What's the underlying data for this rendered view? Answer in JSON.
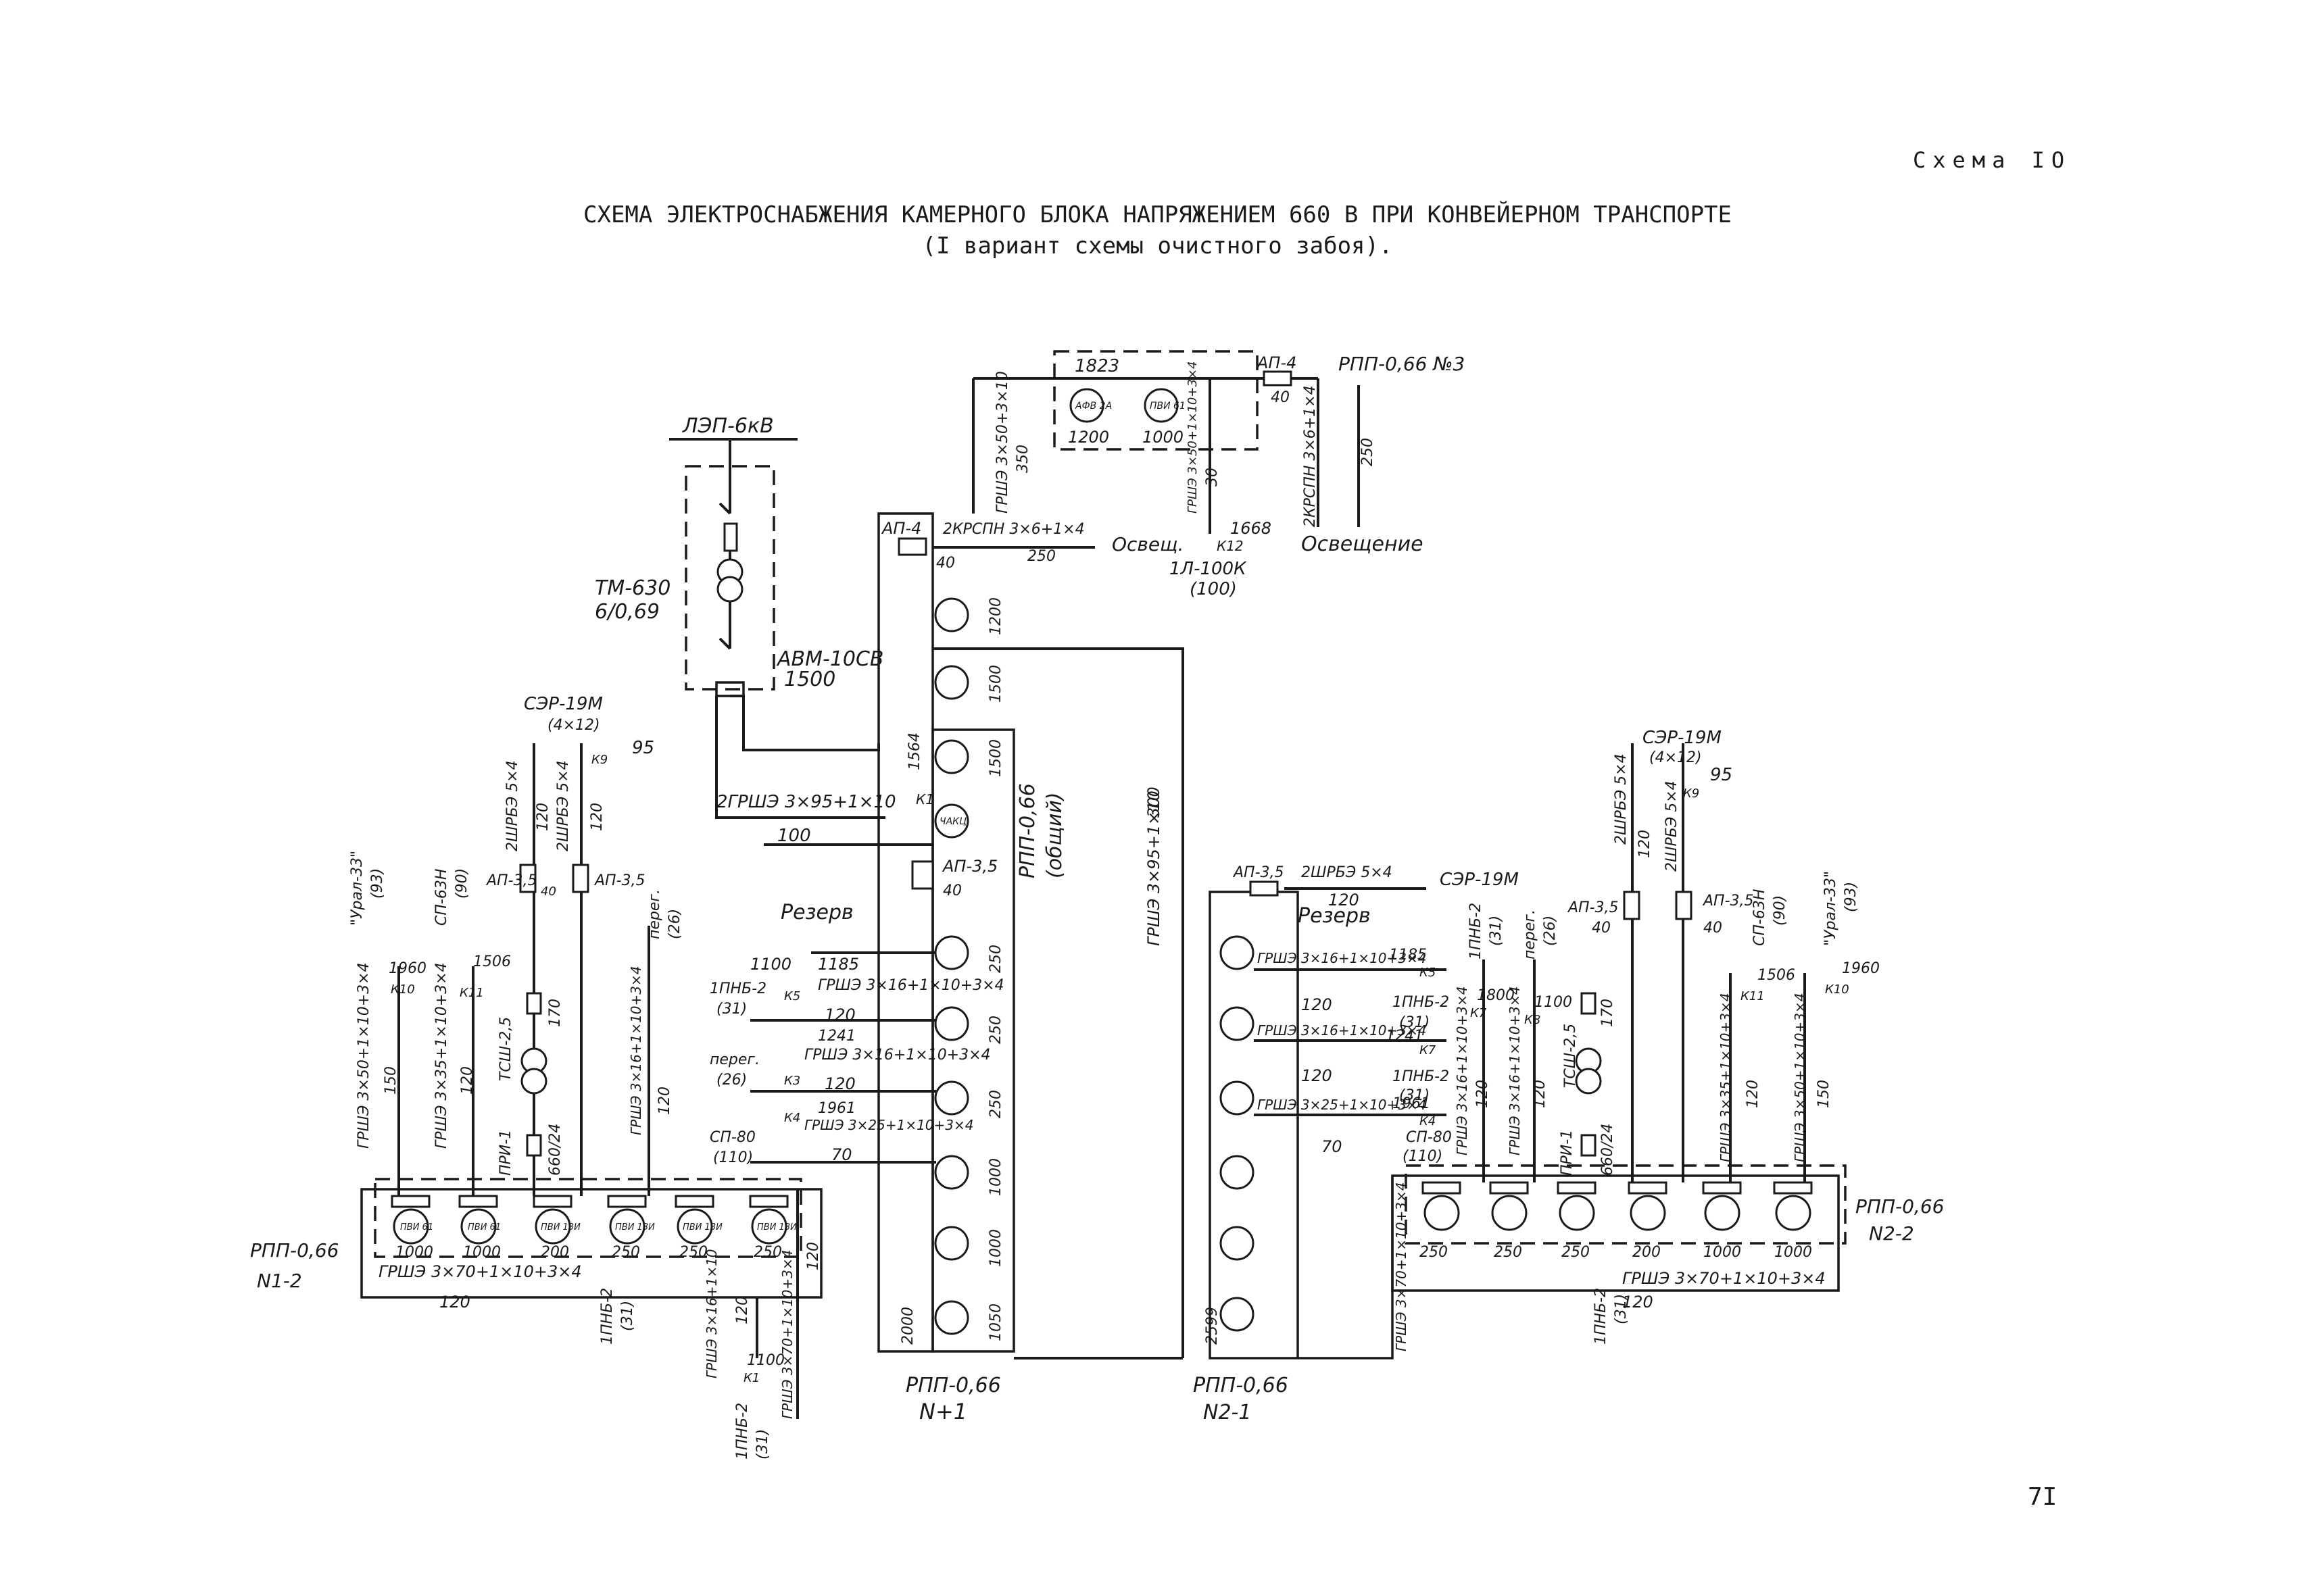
{
  "header": {
    "scheme_number": "Схема IO",
    "title_line1": "СХЕМА ЭЛЕКТРОСНАБЖЕНИЯ КАМЕРНОГО БЛОКА  НАПРЯЖЕНИЕМ 660 В ПРИ КОНВЕЙЕРНОМ ТРАНСПОРТЕ",
    "title_line2": "(I вариант схемы очистного забоя)."
  },
  "page_number": "7I",
  "substation": {
    "line": "ЛЭП-6кВ",
    "transformer": "ТМ-630",
    "ratio": "6/0,69",
    "breaker": "АВМ-10СВ",
    "breaker_rating": "1500",
    "feeder_cable": "2ГРШЭ 3×95+1×10",
    "feeder_length": "100"
  },
  "rpp_common": {
    "name": "РПП-0,66",
    "sub": "(общий)",
    "bottom_name": "РПП-0,66",
    "bottom_number": "N+1",
    "top_switch": "АП-4",
    "top_switch_rating": "40",
    "lighting_cable": "2КРСПН 3×6+1×4",
    "lighting_label": "Освещ.",
    "lighting_length": "250",
    "device_ka": "1668",
    "device_k": "К12",
    "device_name": "1Л-100К",
    "device_power": "(100)",
    "ka_top": "1564",
    "ka_top_k": "К1",
    "ka_label": "ЧАКЦ",
    "ap_mid": "АП-3,5",
    "ap_mid_rating": "40",
    "reserve": "Резерв",
    "mid_ratings": [
      "1200",
      "1500",
      "1500",
      "250",
      "250",
      "250",
      "1000",
      "1000",
      "1050"
    ],
    "bottom_ka": "2000"
  },
  "rpp3": {
    "name": "РПП-0,66 №3",
    "cable_in": "ГРШЭ 3×50+3×10",
    "cable_in_length": "350",
    "ka": "1823",
    "breakers": [
      "АФВ 2А",
      "ПВИ 61"
    ],
    "ratings": [
      "1200",
      "1000"
    ],
    "switch": "АП-4",
    "switch_rating": "40",
    "cable_out": "ГРШЭ 3×50+1×10+3×4",
    "cable_out_length": "30",
    "lighting_cable": "2КРСПН 3×6+1×4",
    "lighting_length": "250",
    "lighting_label": "Освещение"
  },
  "trunk": {
    "cable": "ГРШЭ 3×95+1×10",
    "length": "300"
  },
  "left_feeders": [
    {
      "cable": "ГРШЭ 3×16+1×10+3×4",
      "length": "120",
      "ka": "1185",
      "k": "К5",
      "load": "1ПНБ-2",
      "power": "(31)",
      "ka2": "1100"
    },
    {
      "cable": "ГРШЭ 3×16+1×10+3×4",
      "length": "120",
      "ka": "1241",
      "k": "К3",
      "load": "перег.",
      "power": "(26)"
    },
    {
      "cable": "ГРШЭ 3×25+1×10+3×4",
      "length": "70",
      "ka": "1961",
      "k": "К4",
      "load": "СП-80",
      "power": "(110)"
    }
  ],
  "rpp_n12": {
    "name": "РПП-0,66",
    "number": "N1-2",
    "bus_cable": "ГРШЭ 3×70+1×10+3×4",
    "bus_length": "120",
    "breaker_labels": [
      "ПВИ 61",
      "ПВИ 61",
      "ПВИ 13И",
      "ПВИ 13И",
      "ПВИ 13И",
      "ПВИ 13И"
    ],
    "ratings": [
      "1000",
      "1000",
      "200",
      "250",
      "250",
      "250"
    ],
    "cables": [
      {
        "cable": "ГРШЭ 3×50+1×10+3×4",
        "length": "150",
        "ka": "1960",
        "k": "К10",
        "load": "\"Урал-33\"",
        "power": "(93)"
      },
      {
        "cable": "ГРШЭ 3×35+1×10+3×4",
        "length": "120",
        "ka": "1506",
        "k": "К11",
        "load": "СП-63Н",
        "power": "(90)"
      },
      {
        "cable": "2ШРБЭ 5×4",
        "length": "120",
        "ap": "АП-3,5",
        "ap_rating": "40",
        "load": "СЭР-19М",
        "power": "(4×12)",
        "k": "К9",
        "ka": "95"
      },
      {
        "cable": "ГРШЭ 3×16+1×10+3×4",
        "length": "120",
        "load": "перег.",
        "power": "(26)"
      },
      {
        "cable": "ГРШЭ 3×16+1×10",
        "length": "120",
        "ka": "1100",
        "k": "К1",
        "load": "1ПНБ-2",
        "power": "(31)"
      },
      {
        "cable": "ГРШЭ 3×70+1×10+3×4",
        "length": "120",
        "load": "1ПНБ-2",
        "power": "(31)"
      }
    ],
    "transformer": "ТСШ-2,5",
    "transformer_ratio": "660/24",
    "transformer_device": "ПРИ-1",
    "ap2": "АП-3,5",
    "length_170": "170"
  },
  "rpp_n21": {
    "name": "РПП-0,66",
    "number": "N2-1",
    "ap": "АП-3,5",
    "cable": "2ШРБЭ 5×4",
    "load": "СЭР-19М",
    "length": "120",
    "reserve": "Резерв",
    "bottom_ka": "2599",
    "feeders": [
      {
        "cable": "ГРШЭ 3×16+1×10+3×4",
        "length": "120",
        "ka": "1185",
        "k": "К5",
        "load": "1ПНБ-2",
        "power": "(31)"
      },
      {
        "cable": "ГРШЭ 3×16+1×10+3×4",
        "length": "120",
        "ka": "1241",
        "k": "К7",
        "load": "1ПНБ-2",
        "power": "(31)"
      },
      {
        "cable": "ГРШЭ 3×25+1×10+3×4",
        "length": "70",
        "ka": "1961",
        "k": "К4",
        "load": "СП-80",
        "power": "(110)"
      }
    ]
  },
  "rpp_n22": {
    "name": "РПП-0,66",
    "number": "N2-2",
    "bus_cable": "ГРШЭ 3×70+1×10+3×4",
    "bus_length": "120",
    "ratings": [
      "250",
      "250",
      "250",
      "200",
      "1000",
      "1000"
    ],
    "cables": [
      {
        "cable": "ГРШЭ 3×70+1×10+3×4",
        "length": "120",
        "load": "1ПНБ-2",
        "power": "(31)"
      },
      {
        "cable": "ГРШЭ 3×16+1×10+3×4",
        "length": "120",
        "ka": "1800",
        "k": "К7",
        "load": "1ПНБ-2",
        "power": "(31)"
      },
      {
        "cable": "ГРШЭ 3×16+1×10+3×4",
        "length": "120",
        "ka": "1100",
        "k": "К8",
        "load": "перег.",
        "power": "(26)"
      },
      {
        "cable": "2ШРБЭ 5×4",
        "length": "120",
        "ap": "АП-3,5",
        "ap_rating": "40",
        "load": "СЭР-19М",
        "power": "(4×12)",
        "k": "К9",
        "ka": "95"
      },
      {
        "cable": "ГРШЭ 3×35+1×10+3×4",
        "length": "120",
        "ka": "1506",
        "k": "К11",
        "load": "СП-63Н",
        "power": "(90)"
      },
      {
        "cable": "ГРШЭ 3×50+1×10+3×4",
        "length": "150",
        "ka": "1960",
        "k": "К10",
        "load": "\"Урал-33\"",
        "power": "(93)"
      }
    ],
    "transformer": "ТСШ-2,5",
    "transformer_ratio": "660/24",
    "transformer_device": "ПРИ-1",
    "length_170": "170"
  }
}
